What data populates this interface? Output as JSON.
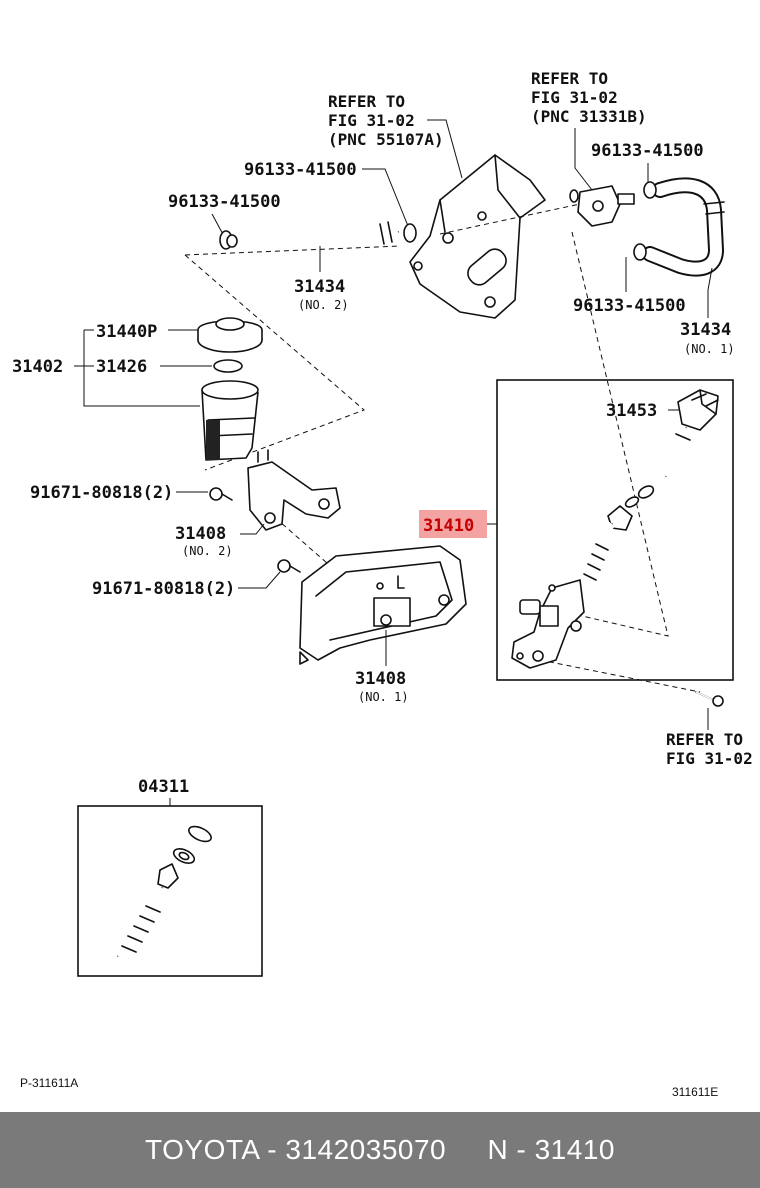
{
  "labels": {
    "refer_fig_a": [
      "REFER TO",
      "FIG 31-02",
      "(PNC 55107A)"
    ],
    "refer_fig_b": [
      "REFER TO",
      "FIG 31-02",
      "(PNC 31331B)"
    ],
    "refer_fig_c": [
      "REFER TO",
      "FIG 31-02"
    ],
    "clip_top_center": "96133-41500",
    "clip_top_left": "96133-41500",
    "clip_top_right": "96133-41500",
    "clip_right_lower": "96133-41500",
    "hose_left": "31434",
    "hose_left_sub": "(NO. 2)",
    "hose_right": "31434",
    "hose_right_sub": "(NO. 1)",
    "cap": "31440P",
    "reservoir_assy": "31402",
    "gasket": "31426",
    "bolt_a": "91671-80818(2)",
    "bolt_b": "91671-80818(2)",
    "bracket_no2": "31408",
    "bracket_no2_sub": "(NO. 2)",
    "bracket_no1": "31408",
    "bracket_no1_sub": "(NO. 1)",
    "push_rod": "31453",
    "master_cylinder": "31410",
    "kit": "04311",
    "page_code": "P-311611A",
    "fig_code": "311611E"
  },
  "highlight_color": "#f4a3a3",
  "footer": {
    "text": "TOYOTA - 3142035070     N - 31410",
    "background": "#7a7a7a"
  }
}
